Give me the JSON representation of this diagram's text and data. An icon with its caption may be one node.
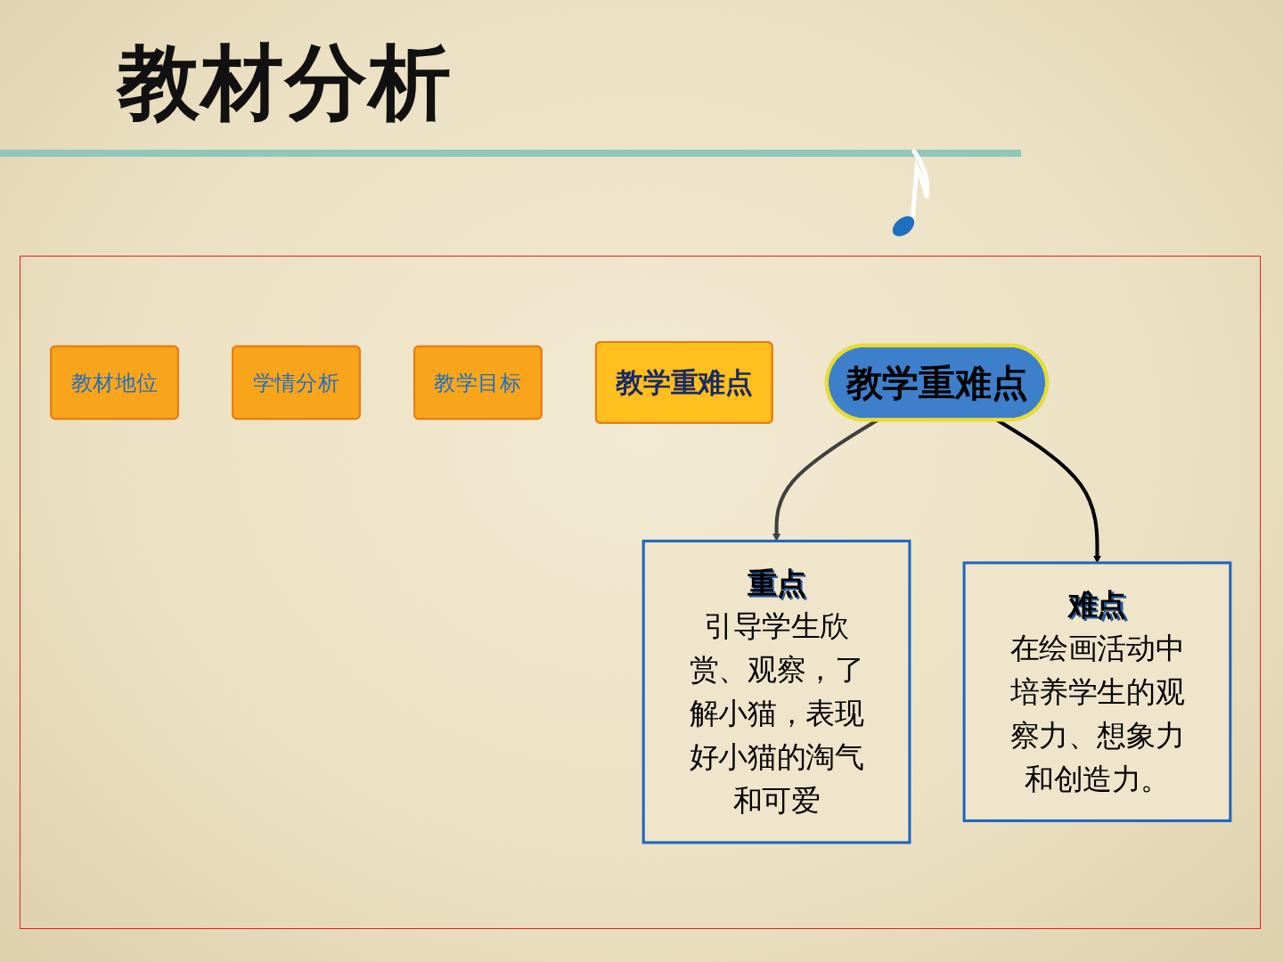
{
  "diagram": {
    "title": "教材分析",
    "nodes": [
      {
        "text": [
          "教材地位"
        ]
      },
      {
        "text": [
          "学情分析"
        ]
      },
      {
        "text": [
          "教学目标"
        ]
      },
      {
        "text": [
          "教学重难点"
        ]
      },
      {
        "text": [
          "教学重难点"
        ]
      },
      {
        "text": [
          "重点",
          "引导学生欣赏、观察，了解小猫，表现好小猫的淘气和可爱"
        ]
      },
      {
        "text": [
          "难点",
          "在绘画活动中培养学生的观察力、想象力和创造力。"
        ]
      }
    ],
    "edges": [
      {
        "from": 4,
        "to": 5,
        "arrow": "to",
        "color": "#404040"
      },
      {
        "from": 4,
        "to": 6,
        "arrow": "to",
        "color": "#000000"
      }
    ]
  }
}
